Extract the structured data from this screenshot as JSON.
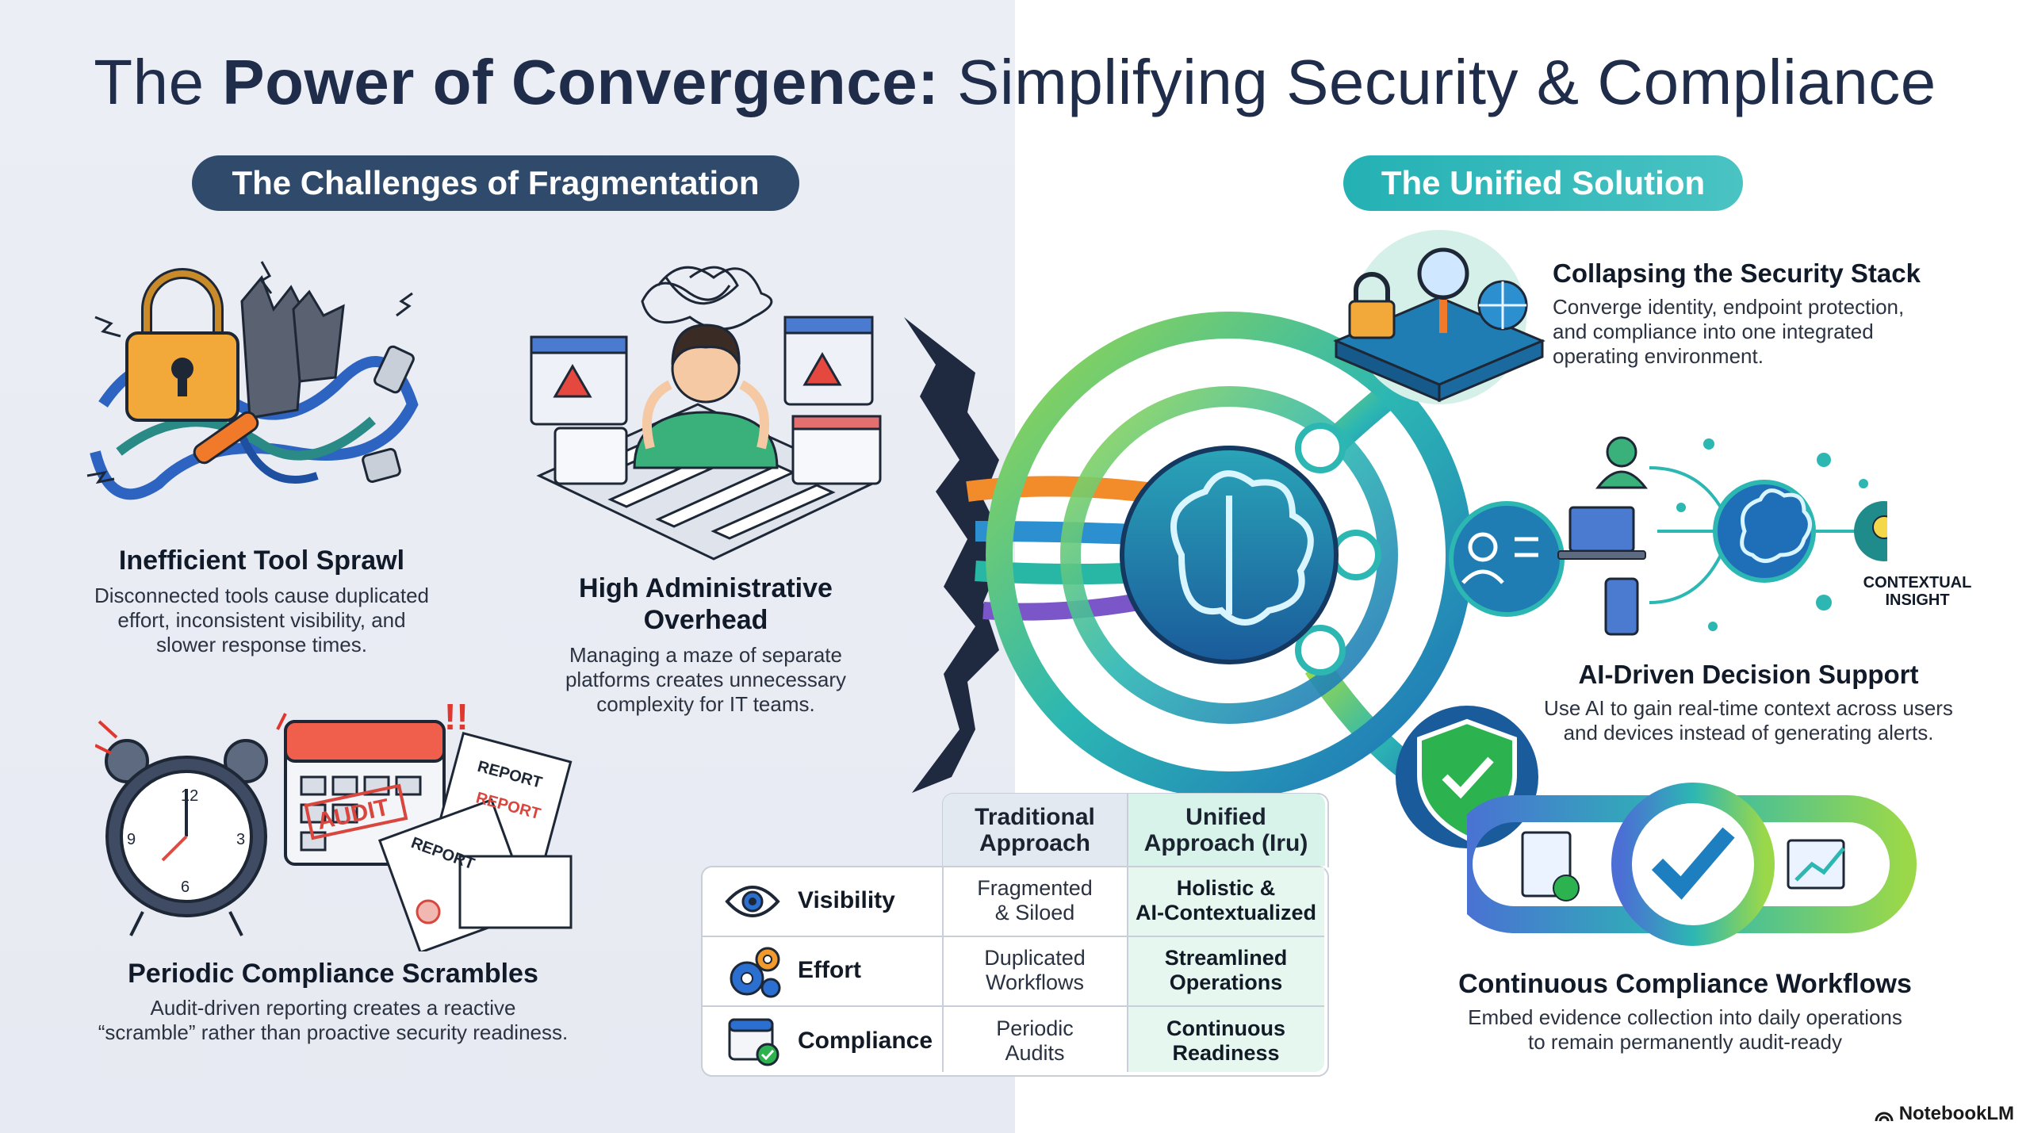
{
  "title": {
    "pre": "The ",
    "bold": "Power of Convergence:",
    "post": " Simplifying Security & Compliance"
  },
  "left_section": {
    "label": "The Challenges of Fragmentation"
  },
  "right_section": {
    "label": "The Unified Solution"
  },
  "challenges": [
    {
      "heading": "Inefficient Tool Sprawl",
      "desc_lines": [
        "Disconnected tools cause duplicated",
        "effort, inconsistent visibility, and",
        "slower response times."
      ]
    },
    {
      "heading_lines": [
        "High Administrative",
        "Overhead"
      ],
      "desc_lines": [
        "Managing a maze of separate",
        "platforms creates unnecessary",
        "complexity for IT teams."
      ]
    },
    {
      "heading": "Periodic Compliance Scrambles",
      "desc_lines": [
        "Audit-driven reporting creates a reactive",
        "“scramble” rather than proactive security readiness."
      ]
    }
  ],
  "solutions": [
    {
      "heading": "Collapsing the Security Stack",
      "desc_lines": [
        "Converge identity, endpoint protection,",
        "and compliance into one integrated",
        "operating environment."
      ]
    },
    {
      "heading": "AI-Driven Decision Support",
      "desc_lines": [
        "Use AI to gain real-time context across users",
        "and devices instead of generating alerts."
      ]
    },
    {
      "heading": "Continuous Compliance Workflows",
      "desc_lines": [
        "Embed evidence collection into daily operations",
        "to remain permanently audit-ready"
      ]
    }
  ],
  "illustration_text": {
    "audit": "AUDIT",
    "report": "REPORT",
    "contextual_insight": [
      "CONTEXTUAL",
      "INSIGHT"
    ]
  },
  "comparison_table": {
    "col_headers": [
      [
        "Traditional",
        "Approach"
      ],
      [
        "Unified",
        "Approach (Iru)"
      ]
    ],
    "rows": [
      {
        "label": "Visibility",
        "icon": "eye-icon",
        "traditional": [
          "Fragmented",
          "& Siloed"
        ],
        "unified": [
          "Holistic &",
          "AI-Contextualized"
        ]
      },
      {
        "label": "Effort",
        "icon": "gears-icon",
        "traditional": [
          "Duplicated",
          "Workflows"
        ],
        "unified": [
          "Streamlined",
          "Operations"
        ]
      },
      {
        "label": "Compliance",
        "icon": "calendar-check-icon",
        "traditional": [
          "Periodic",
          "Audits"
        ],
        "unified": [
          "Continuous",
          "Readiness"
        ]
      }
    ]
  },
  "branding": "NotebookLM",
  "colors": {
    "navy": "#2f4a6b",
    "teal": "#24b1b4",
    "green": "#8dd14f",
    "orange": "#f39a2c"
  }
}
